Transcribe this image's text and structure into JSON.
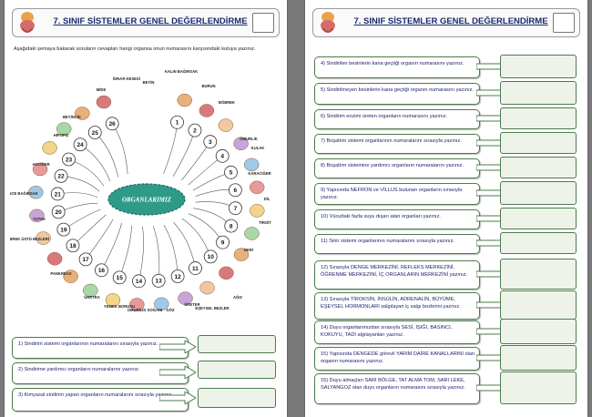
{
  "left_page": {
    "title": "7. SINIF SİSTEMLER GENEL DEĞERLENDİRME",
    "instructions": "Aşağıdaki şemaya bakarak soruların cevapları hangi organsa onun numarasını karşısındaki kutuya yazınız.",
    "center_label": "ORGANLARIMIZ",
    "numbers": [
      "1",
      "2",
      "3",
      "4",
      "5",
      "6",
      "7",
      "8",
      "9",
      "10",
      "11",
      "12",
      "13",
      "14",
      "15",
      "16",
      "17",
      "18",
      "19",
      "20",
      "21",
      "22",
      "23",
      "24",
      "25",
      "26"
    ],
    "organ_labels": [
      "KALIN BAĞIRSAK",
      "İDRAR KESESİ",
      "BEYİN",
      "MİDE",
      "BURUN",
      "BÖBREK",
      "BEYİNCİK",
      "OMURLIK",
      "KULAK",
      "HİPOFİZ",
      "KARACİĞER",
      "DİL",
      "AKCİĞER",
      "İNCE BAĞIRSAK",
      "TİROİT",
      "YUTAK",
      "DERİ",
      "BÖBREK ÜSTÜ BEZLERİ",
      "PANKREAS",
      "AĞIZ",
      "ÜRETRA",
      "YEMEK BORUSU",
      "OMURİLİK SOĞANI",
      "GÖZ",
      "ÜRETER",
      "EŞEYSEL BEZLER"
    ],
    "questions": [
      "1) Sindirim sistemi organlarının numaralarını sırasıyla yazınız.",
      "2) Sindirime yardımcı organların numaralarını yazınız.",
      "3) Kimyasal sindirim yapan organların numaralarını sırasıyla yazınız."
    ]
  },
  "right_page": {
    "title": "7. SINIF SİSTEMLER GENEL DEĞERLENDİRME",
    "questions": [
      "4) Sindirilen besinlerin kana geçtiği organın numarasını yazınız.",
      "5) Sindirilmeyen besinlerin kana geçtiği organın numarasını yazınız.",
      "6) Sindirim enzimi üreten organların numarasını yazınız.",
      "7) Boşaltım sistemi organlarının numaralarını sırasıyla yazınız.",
      "8) Boşaltım sistemine yardımcı organların numaralarını yazınız.",
      "9) Yapısında NEFRON ve VİLLUS bulunan organların sırasıyla yazınız.",
      "10) Vücuttaki fazla suyu dışarı atan organları yazınız.",
      "11) Sinir sistemi organlarının numaralarını sırasıyla yazınız.",
      "12) Sırasıyla DENGE MERKEZİNİ, REFLEKS MERKEZİNİ, ÖĞRENME MERKEZİNİ, İÇ ORGANLARIN MERKEZİNİ yazınız.",
      "13) Sırasıyla TİROKSİN, İNSÜLİN, ADRENALİN, BÜYÜME, EŞEYSEL HORMONLARI salgılayan iç salgı bezlerini yazınız.",
      "14) Duyu organlarımızdan sırasıyla SESİ, IŞIĞI, BASINCI, KOKUYU, TADI algılayanları yazınız.",
      "15) Yapısında DENGEDE görevli YARIM DAİRE KANALLARINI olan organın numarasını yazınız.",
      "15) Duyu almaçları SARI BÖLGE, TAT ALMA TOM, SARI LEKE, SALYANGOZ olan duyu organların numarasını sırasıyla yazınız."
    ]
  },
  "colors": {
    "title_blue": "#1a2a6c",
    "box_green": "#4c7a4c",
    "answer_fill": "#eef3ea"
  }
}
